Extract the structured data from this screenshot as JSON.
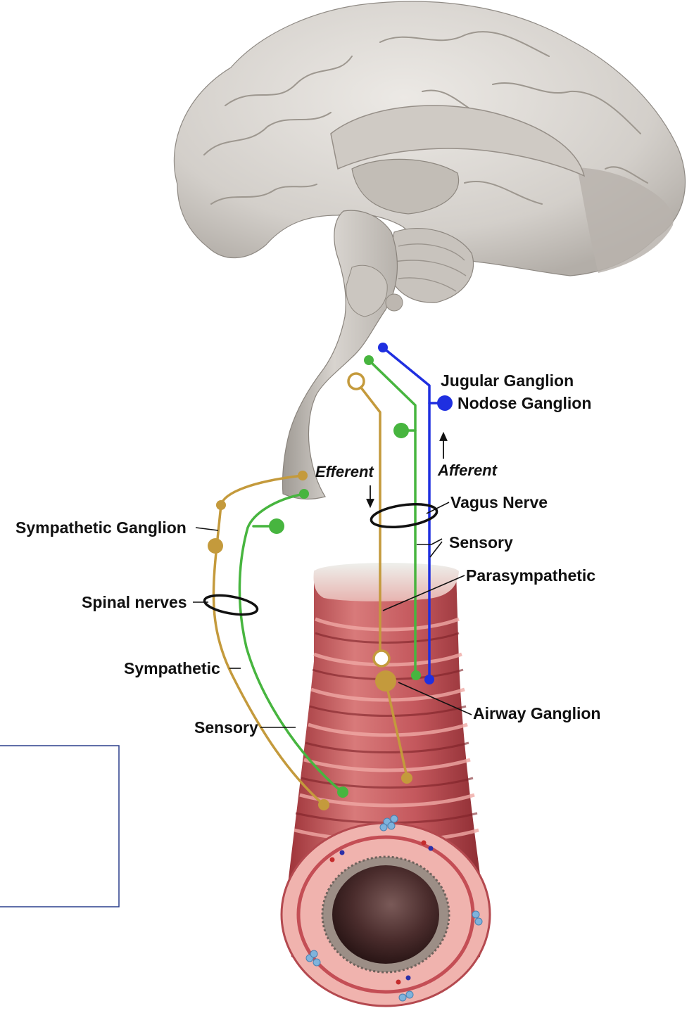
{
  "labels": {
    "jugular_ganglion": "Jugular Ganglion",
    "nodose_ganglion": "Nodose Ganglion",
    "afferent": "Afferent",
    "efferent": "Efferent",
    "vagus_nerve": "Vagus Nerve",
    "sensory_vagal": "Sensory",
    "parasympathetic": "Parasympathetic",
    "sympathetic_ganglion": "Sympathetic Ganglion",
    "spinal_nerves": "Spinal nerves",
    "sympathetic": "Sympathetic",
    "sensory_spinal": "Sensory",
    "airway_ganglion": "Airway Ganglion"
  },
  "colors": {
    "sympathetic": "#c49a3c",
    "sensory_spinal": "#47b53f",
    "vagal_afferent": "#1f2fe0",
    "parasympathetic": "#c49a3c",
    "brain": "#d6d2cd",
    "airway": "#c95b5b",
    "inset_border": "#2b3f8c"
  }
}
